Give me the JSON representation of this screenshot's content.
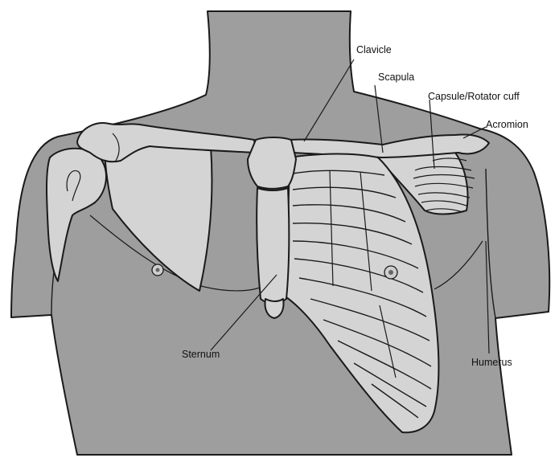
{
  "labels": {
    "clavicle": "Clavicle",
    "scapula": "Scapula",
    "capsule": "Capsule/Rotator cuff",
    "acromion": "Acromion",
    "sternum": "Sternum",
    "humerus": "Humerus"
  },
  "colors": {
    "skin": "#9e9e9e",
    "bone": "#d4d4d4",
    "outline": "#1a1a1a",
    "background": "#ffffff"
  }
}
